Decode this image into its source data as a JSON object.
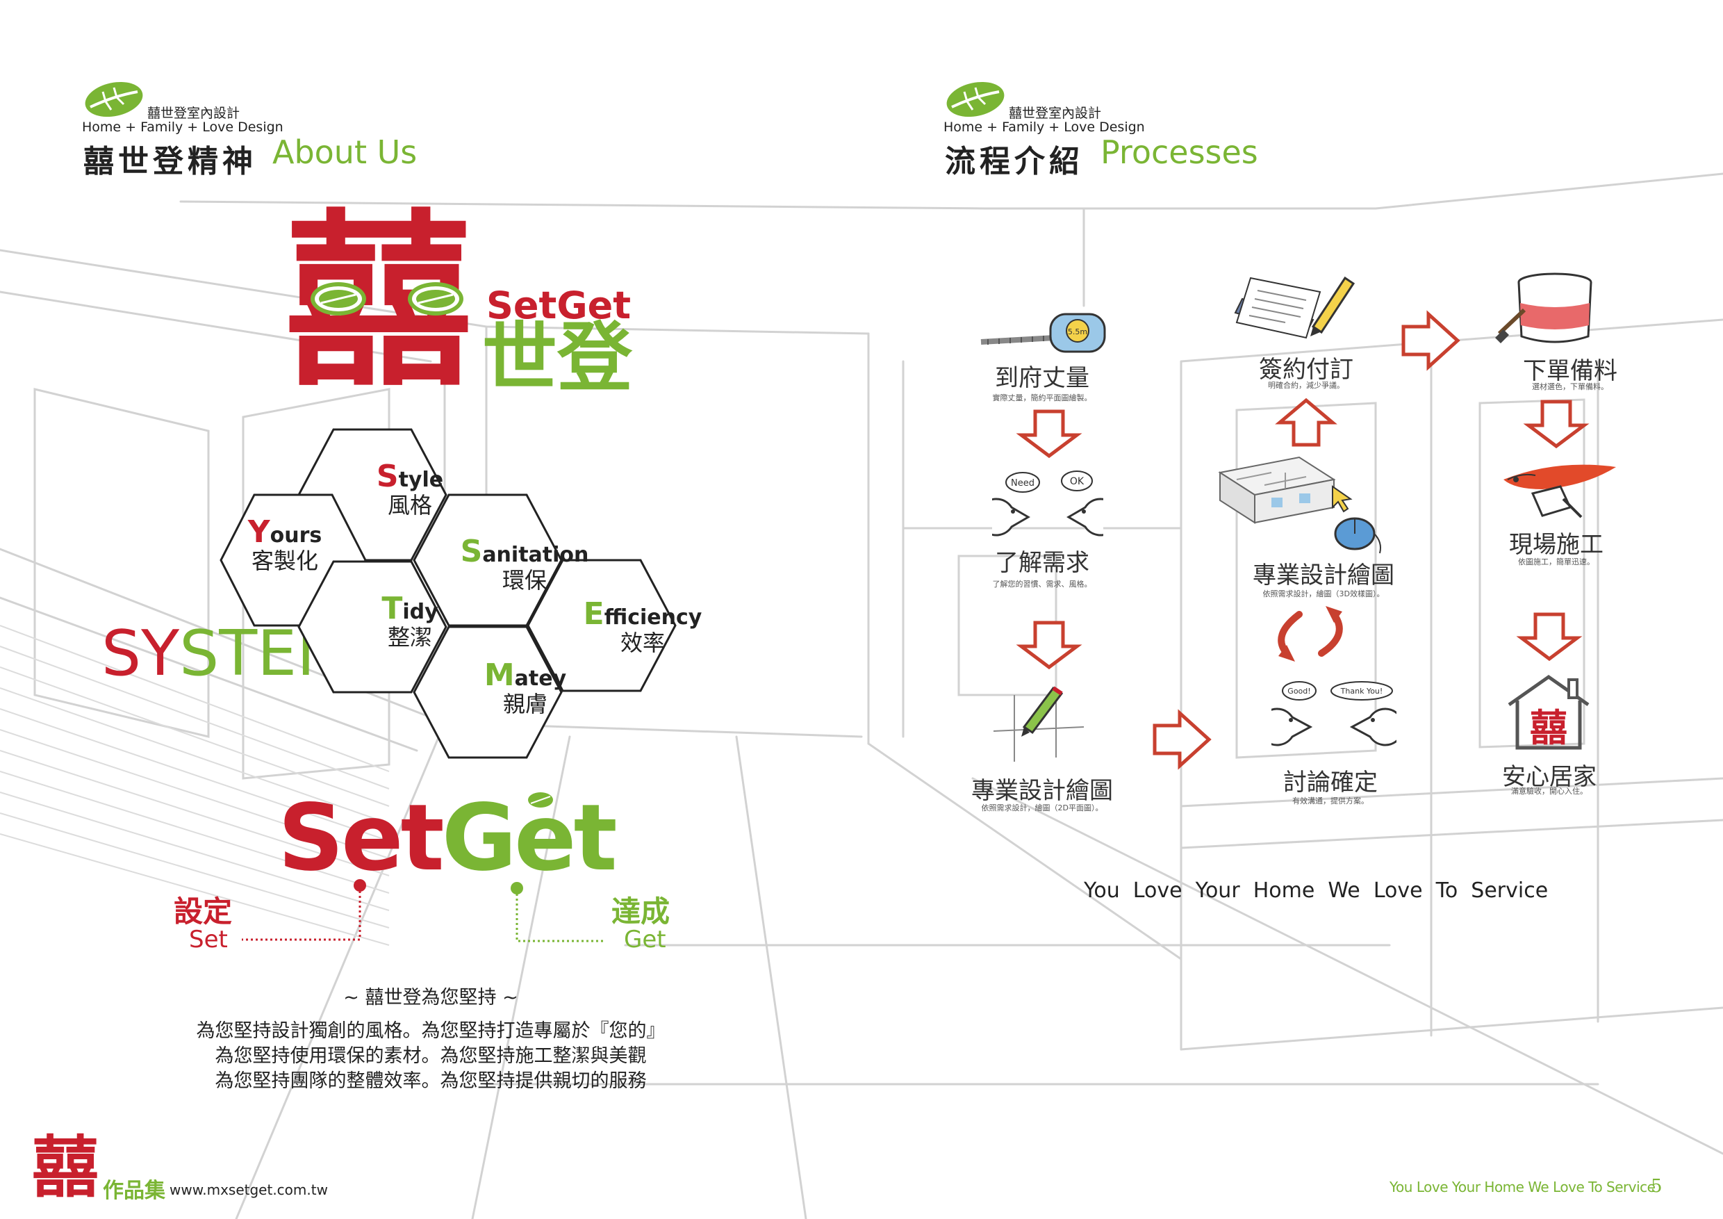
{
  "brand": {
    "company_cn": "囍世登室內設計",
    "tagline_en": "Home + Family + Love Design"
  },
  "left_page": {
    "section_title_cn": "囍世登精神",
    "section_title_en": "About Us",
    "logo_big_char": "囍",
    "logo_setget": "SetGet",
    "logo_cn": "世登",
    "system_sy": "SY",
    "system_stem": "STEM",
    "hexagons": [
      {
        "cap": "S",
        "rest": "tyle",
        "cn": "風格",
        "cap_color": "#c8202d"
      },
      {
        "cap": "Y",
        "rest": "ours",
        "cn": "客製化",
        "cap_color": "#c8202d"
      },
      {
        "cap": "S",
        "rest": "anitation",
        "cn": "環保",
        "cap_color": "#7ab534"
      },
      {
        "cap": "T",
        "rest": "idy",
        "cn": "整潔",
        "cap_color": "#7ab534"
      },
      {
        "cap": "E",
        "rest": "fficiency",
        "cn": "效率",
        "cap_color": "#7ab534"
      },
      {
        "cap": "M",
        "rest": "atey",
        "cn": "親膚",
        "cap_color": "#7ab534"
      }
    ],
    "setget_set": "Set",
    "setget_get": "Get",
    "label_set_cn": "設定",
    "label_set_en": "Set",
    "label_get_cn": "達成",
    "label_get_en": "Get",
    "commit_heading": "~ 囍世登為您堅持 ~",
    "commit_lines": [
      "為您堅持設計獨創的風格。為您堅持打造專屬於『您的』",
      "為您堅持使用環保的素材。為您堅持施工整潔與美觀",
      "為您堅持團隊的整體效率。為您堅持提供親切的服務"
    ],
    "footer_logo_char": "囍",
    "footer_collection": "作品集",
    "footer_url": "www.mxsetget.com.tw"
  },
  "right_page": {
    "section_title_cn": "流程介紹",
    "section_title_en": "Processes",
    "steps": [
      {
        "title": "到府丈量",
        "sub": "實際丈量，簡約平面圖繪製。"
      },
      {
        "title": "了解需求",
        "sub": "了解您的習慣、需求、風格。"
      },
      {
        "title": "專業設計繪圖",
        "sub": "依照需求設計，繪圖（2D平面圖）。"
      },
      {
        "title": "討論確定",
        "sub": "有效溝通，提供方案。"
      },
      {
        "title": "專業設計繪圖",
        "sub": "依照需求設計，繪圖（3D效樣圖）。"
      },
      {
        "title": "簽約付訂",
        "sub": "明確合約，減少爭議。"
      },
      {
        "title": "下單備料",
        "sub": "選材選色，下單備料。"
      },
      {
        "title": "現場施工",
        "sub": "依圖施工，簡單迅速。"
      },
      {
        "title": "安心居家",
        "sub": "滿意驗收，開心入住。"
      }
    ],
    "icon_tape_text": "5.5m",
    "bubble_need": "Need",
    "bubble_ok": "OK",
    "bubble_good": "Good!",
    "bubble_thanks": "Thank You!",
    "house_char": "囍",
    "slogan": "You  Love  Your  Home  We  Love  To  Service",
    "footer_slogan": "You Love Your Home We Love To Service",
    "page_number": "5"
  },
  "colors": {
    "brand_red": "#c8202d",
    "brand_green": "#7ab534",
    "arrow_red": "#c8402f"
  }
}
